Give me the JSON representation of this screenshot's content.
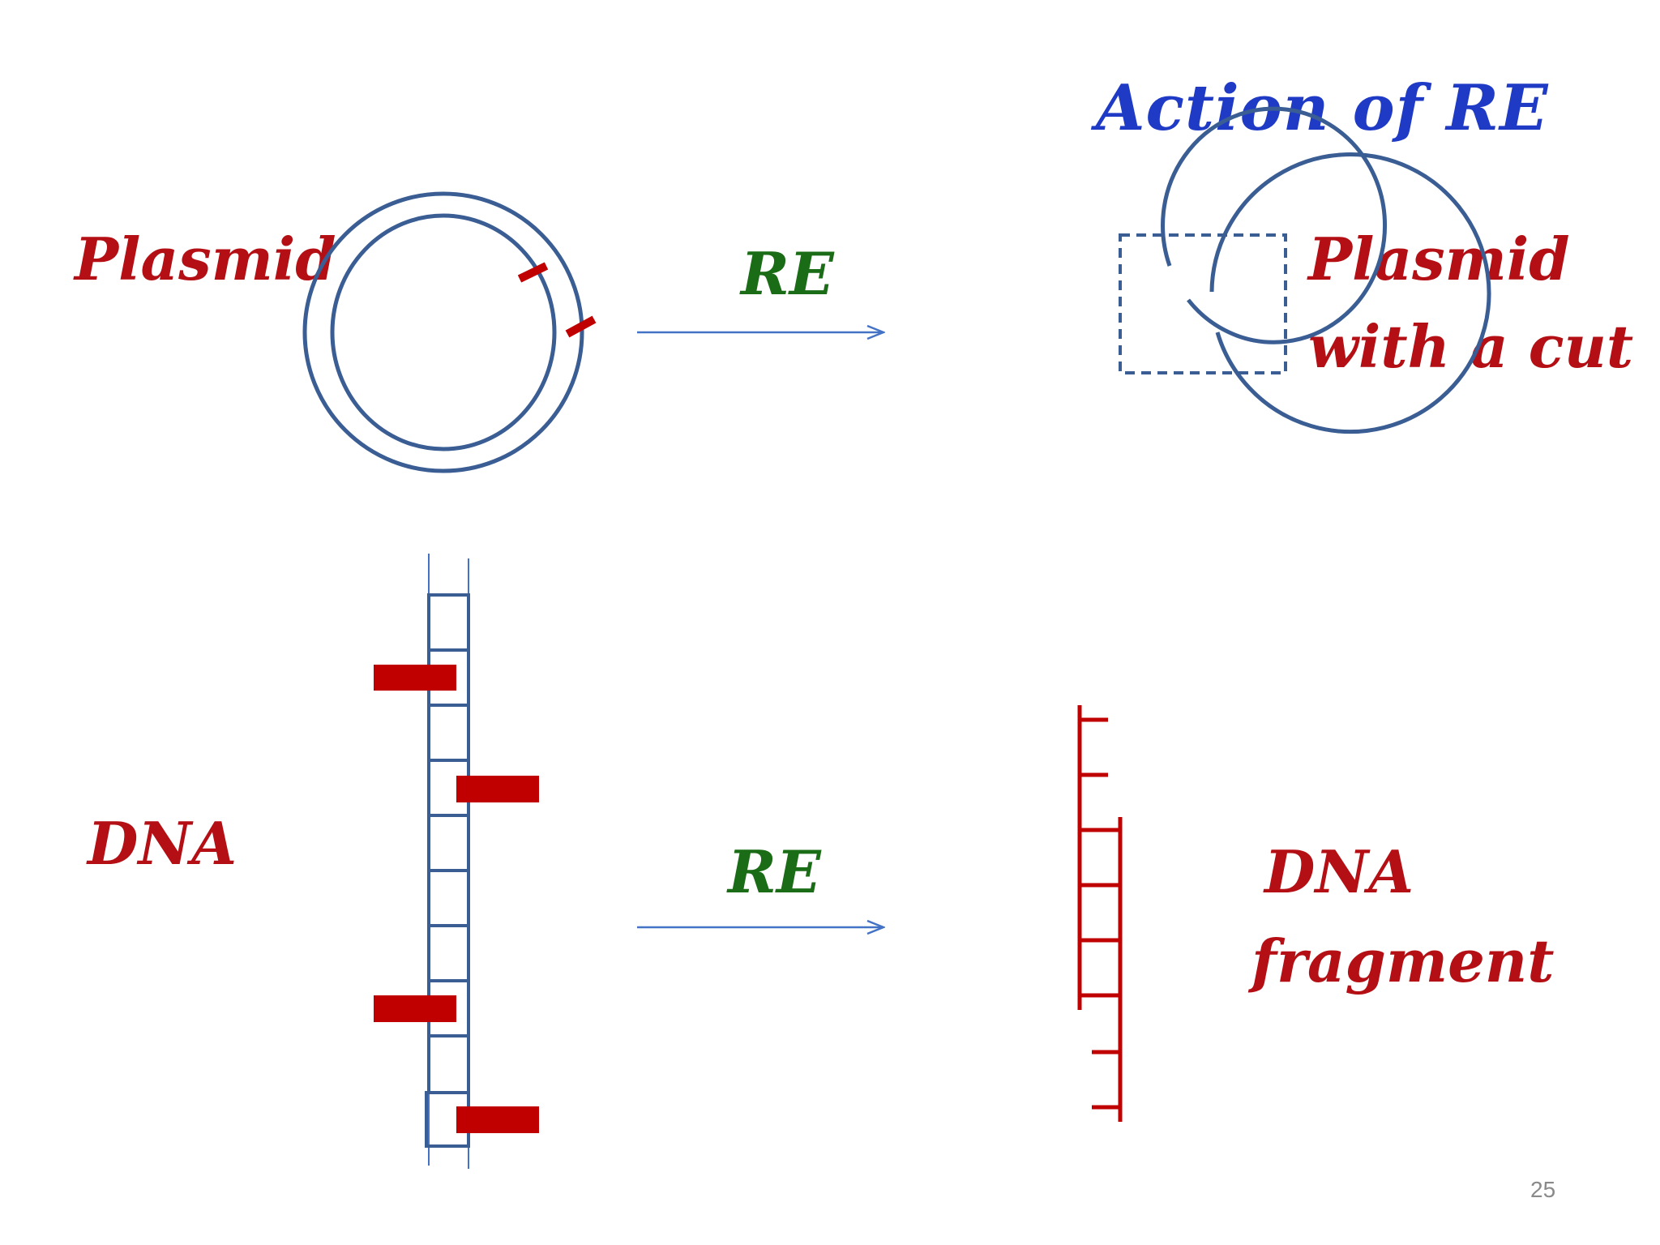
{
  "title": "Action of  RE",
  "plasmid": {
    "label": "Plasmid"
  },
  "dna": {
    "label": "DNA"
  },
  "arrows": {
    "top_label": "RE",
    "bottom_label": "RE"
  },
  "plasmid_cut": {
    "label_line1": "Plasmid",
    "label_line2": "with a cut"
  },
  "dna_fragment": {
    "label_line1": "DNA",
    "label_line2": "fragment"
  },
  "page_number": "25",
  "colors": {
    "title": "#1f3bc6",
    "red_label": "#b40f14",
    "green_label": "#1b6c16",
    "structure_blue": "#3a5d94",
    "arrow_blue": "#4472c4",
    "cut_marker_red": "#c00000"
  }
}
